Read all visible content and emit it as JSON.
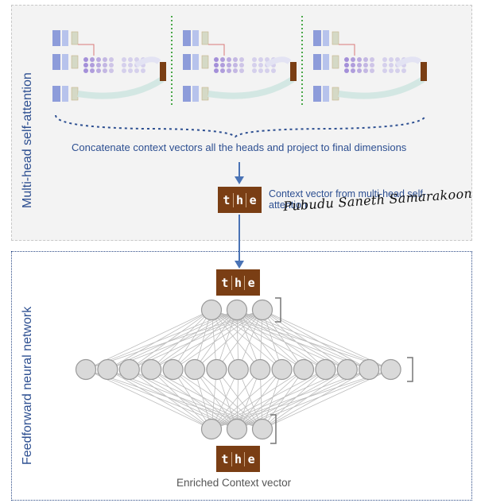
{
  "mhsa": {
    "label": "Multi-head self-attention",
    "concat_text": "Concatenate context vectors all the heads and project to final dimensions",
    "context_caption": "Context vector from multi-head self-attention"
  },
  "ffn": {
    "label": "Feedforward neural network",
    "enriched_caption": "Enriched Context vector"
  },
  "token": [
    "t",
    "h",
    "e"
  ],
  "signature": "Pubudu Saneth Samarakoon",
  "colors": {
    "accent_blue": "#2d4f91",
    "arrow_blue": "#4a73b5",
    "token_brown": "#7a3e14",
    "node_gray": "#d9d9d9",
    "divider_green": "#4aa84a"
  }
}
